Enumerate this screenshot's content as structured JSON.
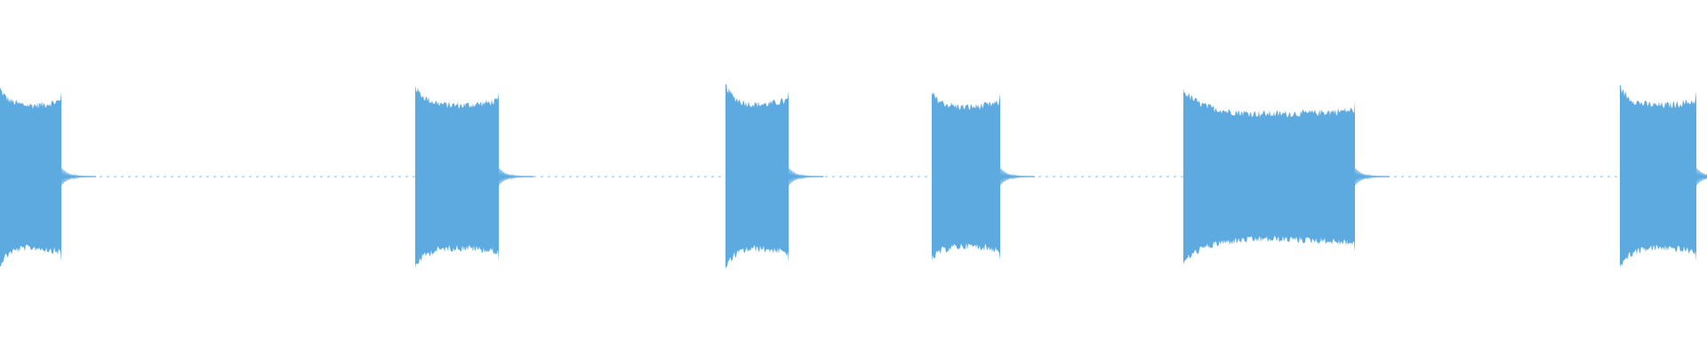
{
  "waveform": {
    "color": "#5DAAE0",
    "background": "#FFFFFF",
    "bursts": [
      {
        "start_fraction": 0.0,
        "end_fraction": 0.036,
        "peak_amplitude": 0.95,
        "sustain_amplitude": 0.82
      },
      {
        "start_fraction": 0.243,
        "end_fraction": 0.292,
        "peak_amplitude": 0.97,
        "sustain_amplitude": 0.82
      },
      {
        "start_fraction": 0.425,
        "end_fraction": 0.462,
        "peak_amplitude": 1.0,
        "sustain_amplitude": 0.83
      },
      {
        "start_fraction": 0.546,
        "end_fraction": 0.586,
        "peak_amplitude": 0.9,
        "sustain_amplitude": 0.8
      },
      {
        "start_fraction": 0.693,
        "end_fraction": 0.794,
        "peak_amplitude": 0.93,
        "sustain_amplitude": 0.72
      },
      {
        "start_fraction": 0.949,
        "end_fraction": 0.994,
        "peak_amplitude": 0.97,
        "sustain_amplitude": 0.82
      }
    ],
    "silence_amplitude": 0.01
  }
}
